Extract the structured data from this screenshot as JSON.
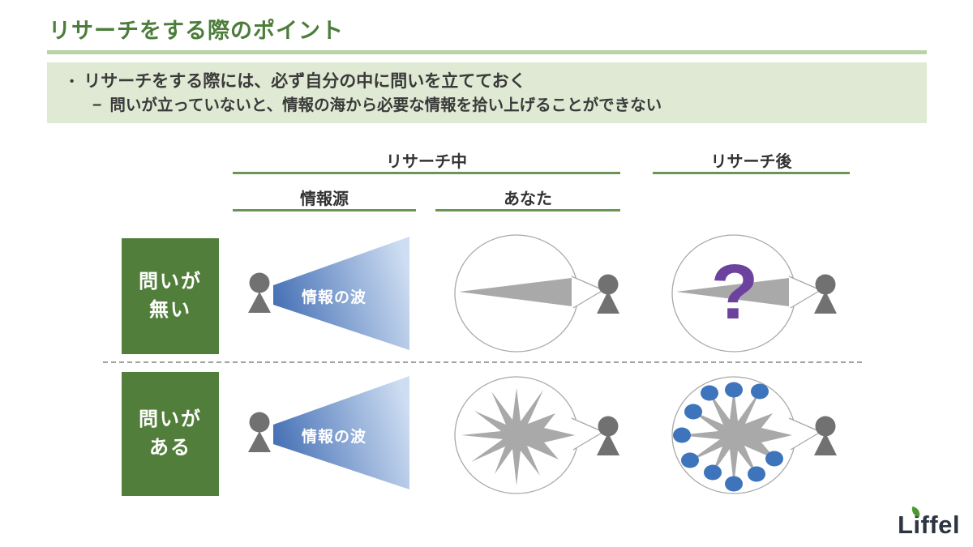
{
  "title": "リサーチをする際のポイント",
  "summary": {
    "bullet_marker": "•",
    "bullet": "リサーチをする際には、必ず自分の中に問いを立てておく",
    "sub_marker": "−",
    "sub_bullet": "問いが立っていないと、情報の海から必要な情報を拾い上げることができない"
  },
  "table": {
    "group_during": "リサーチ中",
    "group_after": "リサーチ後",
    "col_source": "情報源",
    "col_you": "あなた",
    "rows": [
      {
        "line1": "問いが",
        "line2": "無い"
      },
      {
        "line1": "問いが",
        "line2": "ある"
      }
    ],
    "wave_label": "情報の波",
    "question_mark": "?"
  },
  "logo": {
    "prefix": "L",
    "i": "i",
    "suffix": "ffel"
  },
  "colors": {
    "title_green": "#4c7d3b",
    "rule_light_green": "#b9d2a7",
    "banner_bg": "#dfe9d3",
    "header_rule_green": "#6a9556",
    "row_box_green": "#527e3b",
    "wedge_blue_dark": "#4570b5",
    "wedge_blue_light": "#cdddf2",
    "shape_gray": "#a9a9a9",
    "person_gray": "#717171",
    "dot_blue": "#3d74bb",
    "question_purple": "#6d429f",
    "text_dark": "#3a3a3a",
    "logo_navy": "#2d3442",
    "leaf_green": "#4c9a2f"
  }
}
